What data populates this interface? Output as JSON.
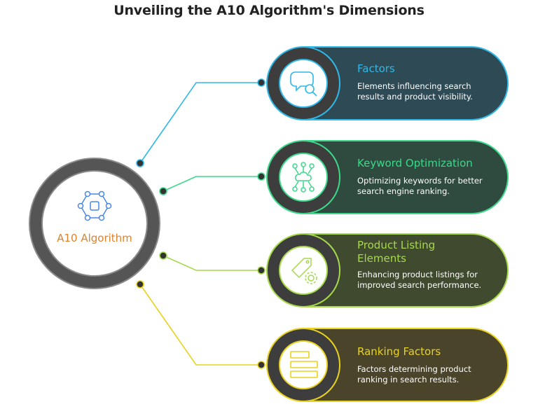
{
  "title": "Unveiling the A10 Algorithm's Dimensions",
  "center": {
    "label": "A10 Algorithm",
    "icon": "network-icon",
    "accent": "#4a86e8"
  },
  "cards": [
    {
      "title": "Factors",
      "description": "Elements influencing search results and product visibility.",
      "icon": "search-chat-icon",
      "accent": "#2fb8e8",
      "fill": "#2e4a55"
    },
    {
      "title": "Keyword Optimization",
      "description": "Optimizing keywords for better search engine ranking.",
      "icon": "keyword-network-icon",
      "accent": "#3cd98a",
      "fill": "#2f4a3e"
    },
    {
      "title": "Product Listing Elements",
      "description": "Enhancing product listings for improved search performance.",
      "icon": "tag-gear-icon",
      "accent": "#a6d94a",
      "fill": "#3f4a2e"
    },
    {
      "title": "Ranking Factors",
      "description": "Factors determining product ranking in search results.",
      "icon": "list-bars-icon",
      "accent": "#e8d21f",
      "fill": "#4a452a"
    }
  ]
}
